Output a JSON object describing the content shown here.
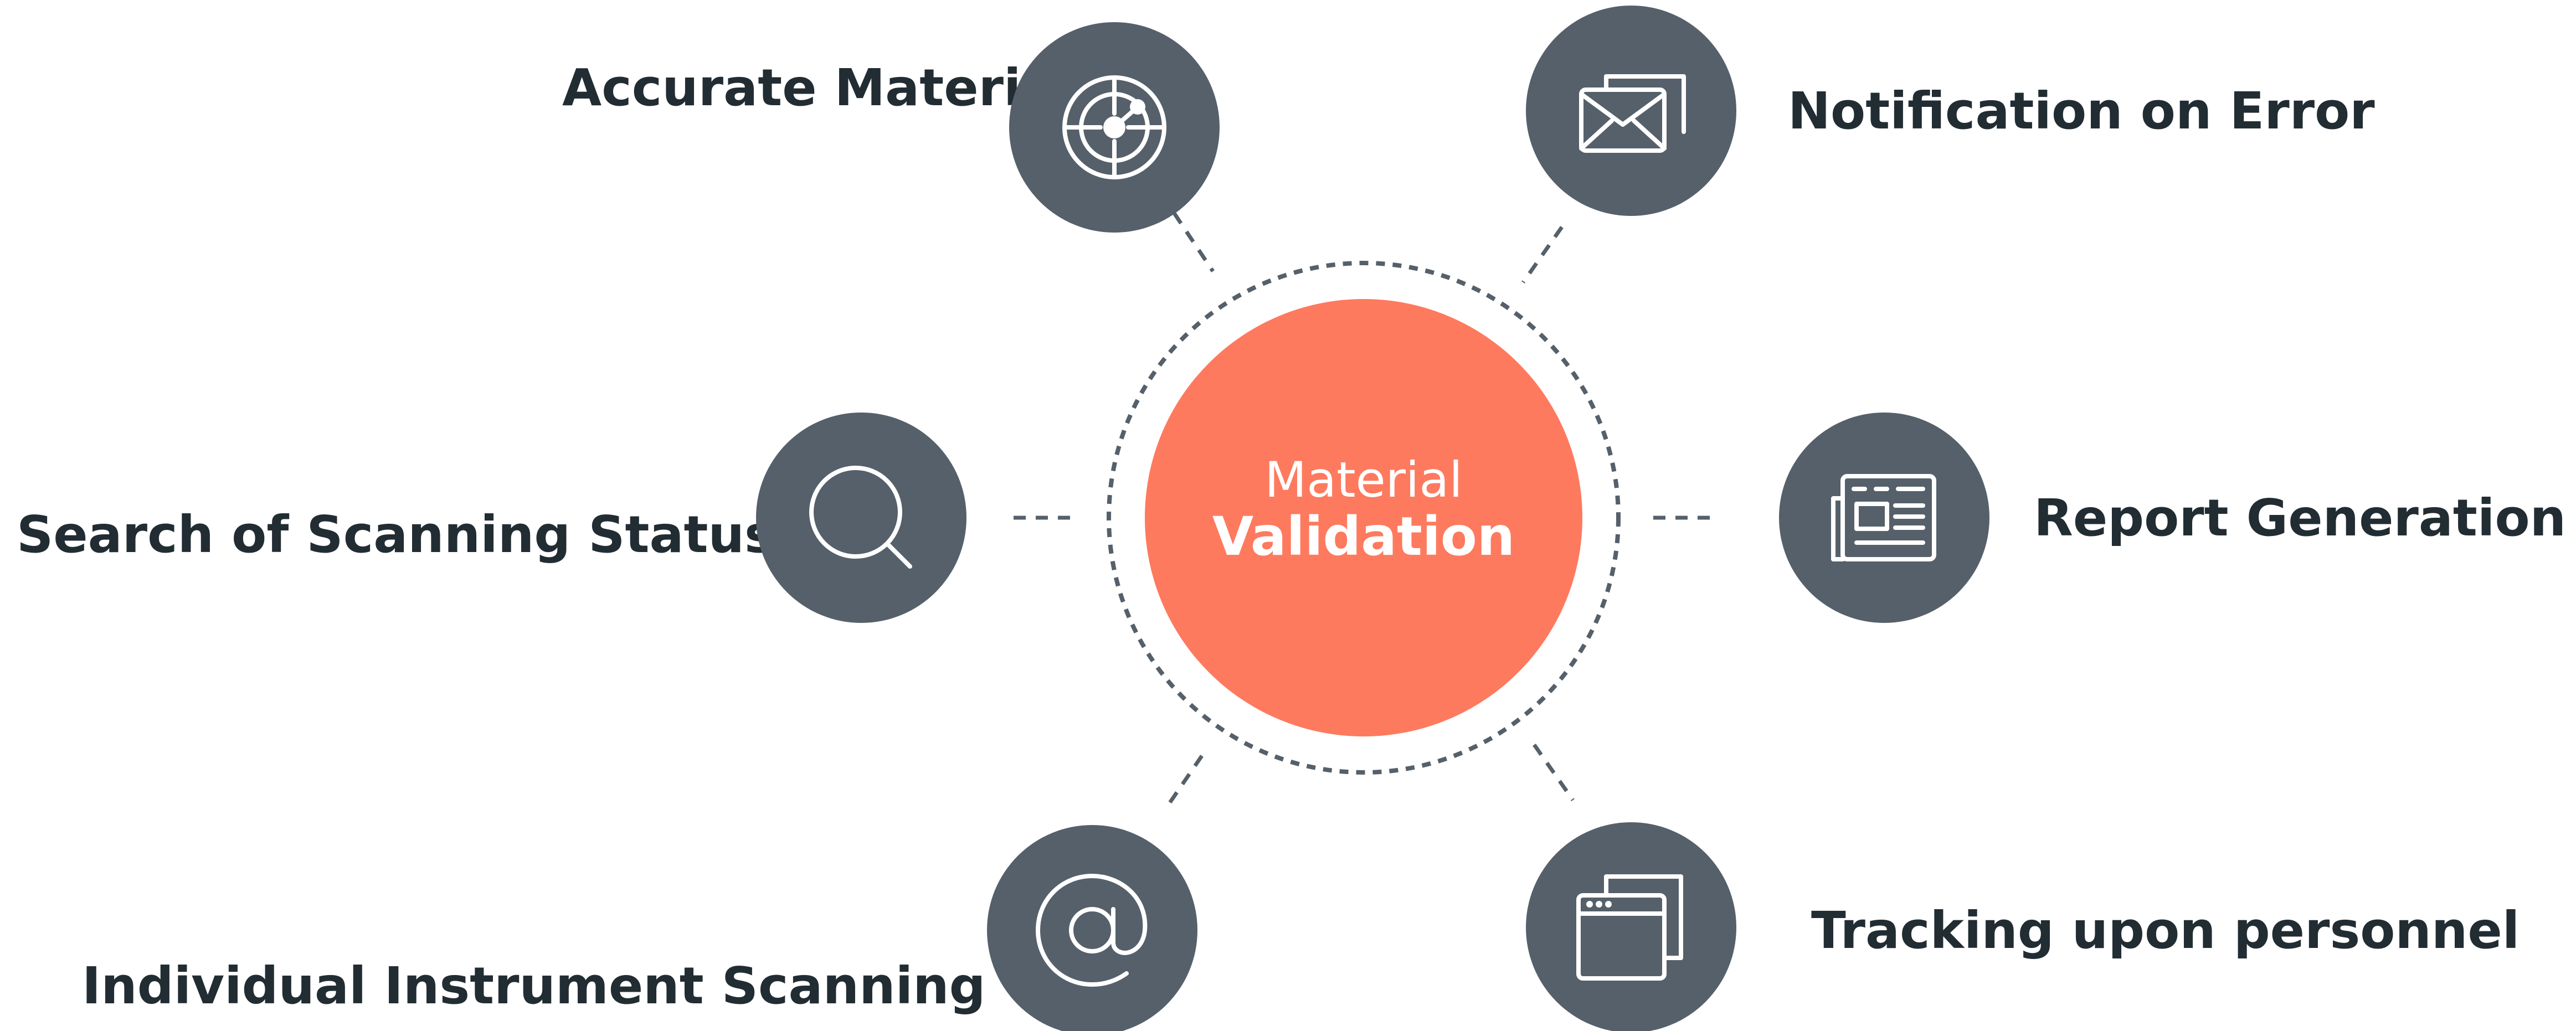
{
  "center": {
    "line1": "Material",
    "line2": "Validation",
    "fill_color": "#fe7a5e",
    "ring_color": "#55606a"
  },
  "node_color": "#55606a",
  "nodes": [
    {
      "id": "accurate",
      "label": "Accurate Materia",
      "icon": "target-icon"
    },
    {
      "id": "notify",
      "label": "Notification on Error",
      "icon": "envelope-icon"
    },
    {
      "id": "search",
      "label": "Search of Scanning Status",
      "icon": "search-icon"
    },
    {
      "id": "report",
      "label": "Report Generation",
      "icon": "newspaper-icon"
    },
    {
      "id": "scan",
      "label": "Individual Instrument Scanning",
      "icon": "at-sign-icon"
    },
    {
      "id": "track",
      "label": "Tracking upon personnel",
      "icon": "browser-windows-icon"
    }
  ]
}
